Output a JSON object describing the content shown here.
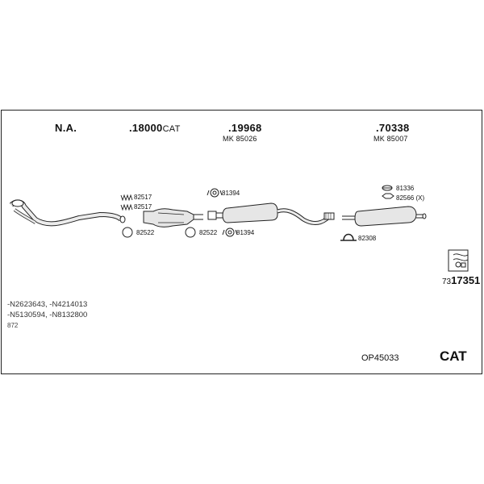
{
  "columns": [
    {
      "id": "col1",
      "main": "N.A.",
      "sub": ""
    },
    {
      "id": "col2",
      "main": ".18000",
      "suffix": "CAT",
      "sub": ""
    },
    {
      "id": "col3",
      "main": ".19968",
      "sub": "MK 85026"
    },
    {
      "id": "col4",
      "main": ".70338",
      "sub": "MK 85007"
    }
  ],
  "parts": {
    "clamp_top": "82517",
    "clamp_bottom": "82517",
    "gasket_left": "82522",
    "gasket_right": "82522",
    "mount_top": "81394",
    "mount_bottom": "81394",
    "rubber_rear": "81336",
    "bracket_rear": "82566 (X)",
    "clamp_rear": "82308"
  },
  "kit_number": {
    "prefix": "73",
    "suffix": "17351"
  },
  "oe_numbers": [
    "-N2623643, -N4214013",
    "-N5130594, -N8132800",
    "872"
  ],
  "set_code": "OP45033",
  "type_label": "CAT",
  "colors": {
    "line": "#222222",
    "fill": "#e9e9e9",
    "shade": "#b8b8b8"
  }
}
